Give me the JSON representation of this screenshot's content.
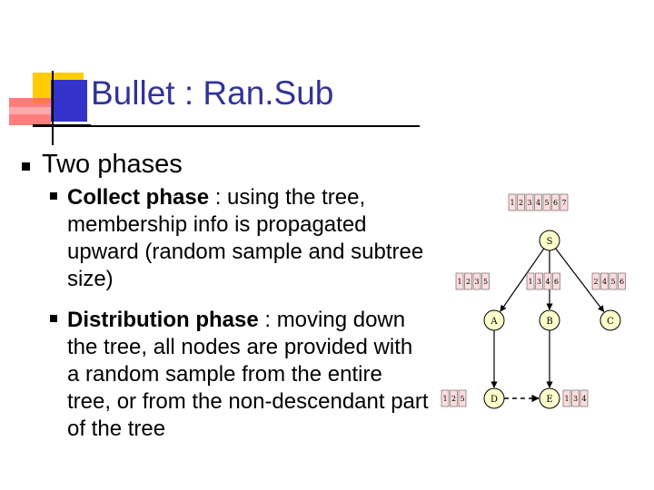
{
  "slide": {
    "title": "Bullet : Ran.Sub",
    "bullet1": "Two phases",
    "sub_bullets": [
      {
        "bold": "Collect phase",
        "text": " : using the tree, membership info is propagated upward (random sample and subtree size)"
      },
      {
        "bold": "Distribution phase",
        "text": " : moving down the tree, all nodes are provided with a random sample from the entire tree, or from the non-descendant part of the tree"
      }
    ]
  },
  "diagram": {
    "nodes": [
      {
        "id": "S",
        "label": "S"
      },
      {
        "id": "A",
        "label": "A"
      },
      {
        "id": "B",
        "label": "B"
      },
      {
        "id": "C",
        "label": "C"
      },
      {
        "id": "D",
        "label": "D"
      },
      {
        "id": "E",
        "label": "E"
      }
    ],
    "edges": [
      [
        "S",
        "A"
      ],
      [
        "S",
        "B"
      ],
      [
        "S",
        "C"
      ],
      [
        "A",
        "D"
      ],
      [
        "B",
        "E"
      ]
    ],
    "dashed": [
      [
        "D",
        "E"
      ]
    ],
    "sets": {
      "top": [
        "1",
        "2",
        "3",
        "4",
        "5",
        "6",
        "7"
      ],
      "A": [
        "1",
        "2",
        "3",
        "5"
      ],
      "B": [
        "1",
        "3",
        "4",
        "6"
      ],
      "C": [
        "2",
        "4",
        "5",
        "6"
      ],
      "D": [
        "1",
        "2",
        "5"
      ],
      "E": [
        "1",
        "3",
        "4"
      ]
    }
  },
  "colors": {
    "title": "#333399",
    "logo_yellow": "#ffcc00",
    "logo_blue": "#3333cc",
    "logo_red": "#ff3333",
    "node_fill": "#ffffcc",
    "set_fill": "#ffdddd"
  }
}
